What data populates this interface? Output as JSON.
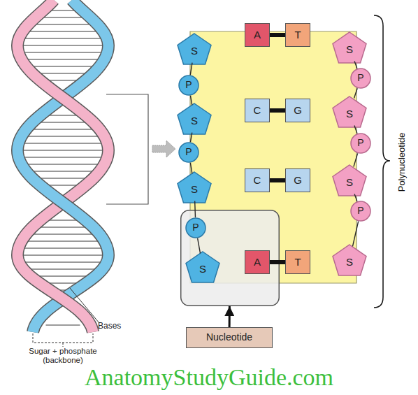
{
  "diagram": {
    "nodes": [
      {
        "text": [
          "S"
        ]
      },
      {
        "text": [
          "A"
        ]
      },
      {
        "text": [
          "T"
        ]
      },
      {
        "text": [
          "S"
        ]
      },
      {
        "text": [
          "P"
        ]
      },
      {
        "text": [
          "P"
        ]
      },
      {
        "text": [
          "S"
        ]
      },
      {
        "text": [
          "C"
        ]
      },
      {
        "text": [
          "G"
        ]
      },
      {
        "text": [
          "S"
        ]
      },
      {
        "text": [
          "P"
        ]
      },
      {
        "text": [
          "P"
        ]
      },
      {
        "text": [
          "S"
        ]
      },
      {
        "text": [
          "C"
        ]
      },
      {
        "text": [
          "G"
        ]
      },
      {
        "text": [
          "S"
        ]
      },
      {
        "text": [
          "P"
        ]
      },
      {
        "text": []
      },
      {
        "text": [
          "P"
        ],
        "in": 17
      },
      {
        "text": [
          "S"
        ],
        "in": 17
      },
      {
        "text": [
          "A"
        ],
        "in": 17
      },
      {
        "text": [
          "T"
        ]
      },
      {
        "text": [
          "S"
        ]
      },
      {
        "text": [
          "Nucleotide"
        ]
      }
    ],
    "edges": [
      {
        "from": 1,
        "to": 2,
        "arrow": "none"
      },
      {
        "from": 7,
        "to": 8,
        "arrow": "none"
      },
      {
        "from": 13,
        "to": 14,
        "arrow": "none"
      },
      {
        "from": 20,
        "to": 21,
        "arrow": "none"
      },
      {
        "from": 0,
        "to": 4,
        "arrow": "none"
      },
      {
        "from": 4,
        "to": 6,
        "arrow": "none"
      },
      {
        "from": 6,
        "to": 10,
        "arrow": "none"
      },
      {
        "from": 10,
        "to": 12,
        "arrow": "none"
      },
      {
        "from": 12,
        "to": 18,
        "arrow": "none"
      },
      {
        "from": 18,
        "to": 19,
        "arrow": "none"
      },
      {
        "from": 3,
        "to": 5,
        "arrow": "none"
      },
      {
        "from": 5,
        "to": 9,
        "arrow": "none"
      },
      {
        "from": 9,
        "to": 11,
        "arrow": "none"
      },
      {
        "from": 11,
        "to": 15,
        "arrow": "none"
      },
      {
        "from": 15,
        "to": 16,
        "arrow": "none"
      },
      {
        "from": 16,
        "to": 22,
        "arrow": "none"
      },
      {
        "from": 23,
        "to": 17,
        "arrow": "to"
      }
    ],
    "labels": [
      "Polynucleotide",
      "Bases",
      "Sugar + phosphate (backbone)",
      "AnatomyStudyGuide.com"
    ]
  }
}
